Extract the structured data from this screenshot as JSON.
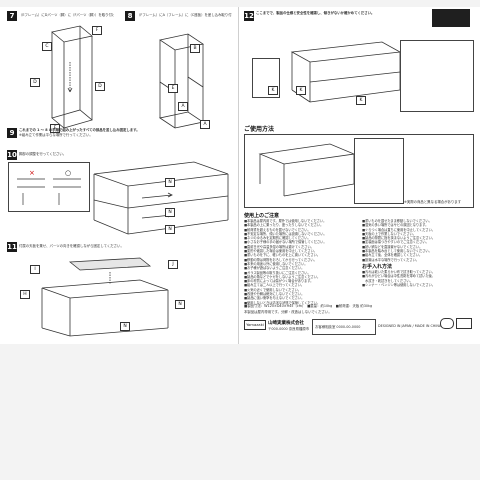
{
  "steps": {
    "s7": {
      "number": "7",
      "text": "（Eフレーム）にDパーツ（脚）に（Fパーツ（脚））を取り付けます。"
    },
    "s8": {
      "number": "8",
      "text": "（Fフレーム）にA（フレーム）に（C座板）を差し込み取り付けます。"
    },
    "s9": {
      "number": "9",
      "text": "これまでの 1 ～ 8 の手順で組み上がったすべての部品を差し込み固定します。",
      "sub": "※組み立て作業は平らな場所で行ってください。"
    },
    "s10": {
      "number": "10",
      "text": "脚部の調整を行ってください。"
    },
    "s11": {
      "number": "11",
      "text": "付属の天板を乗せ、パーツの向きを確認しながら固定してください。"
    },
    "s12": {
      "number": "12",
      "text": "ここまでで、製品の仕様と安全性を確認し、傾きがないか確かめてください。"
    }
  },
  "part_labels": [
    "A",
    "B",
    "C",
    "D",
    "E",
    "F",
    "G",
    "H",
    "I",
    "J",
    "K",
    "L",
    "M",
    "N"
  ],
  "caution": {
    "title": "ご使用方法",
    "heading": "使用上のご注意",
    "care_title": "お手入れ方法"
  },
  "warning_box": "本製品は屋内専用です。分解・改造はしないでください。",
  "product_spec": "■製品寸法：W120×D40×H45（cm）　■重量：約10kg　■耐荷重：天板 約30kg",
  "company": {
    "name": "山崎実業株式会社",
    "brand": "Yamazaki",
    "address": "〒000-0000 奈良県橿原市",
    "contact": "お客様相談室 0000-00-0000"
  },
  "footer_note": "DESIGNED IN JAPAN / MADE IN CHINA",
  "figure_caption": "※実際の商品と異なる場合があります"
}
